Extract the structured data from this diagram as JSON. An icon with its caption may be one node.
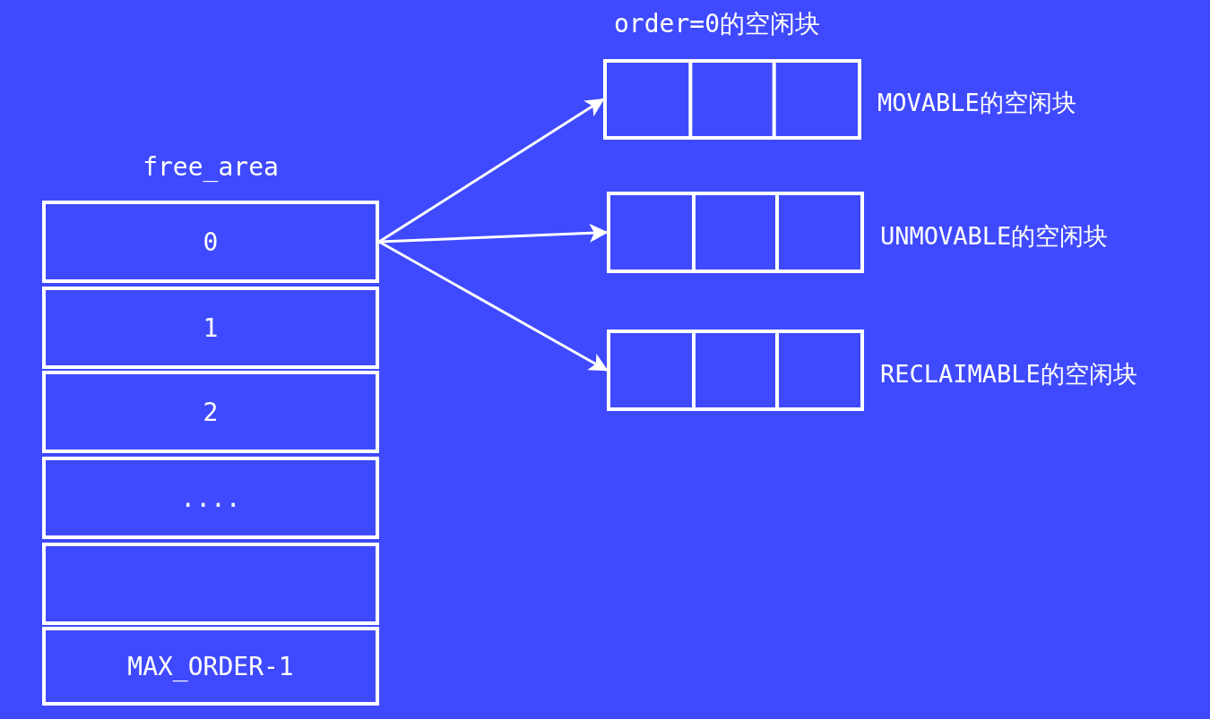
{
  "diagram": {
    "nodes": [
      {
        "text": [
          "free_area"
        ]
      },
      {
        "text": [
          "0"
        ],
        "in": 0
      },
      {
        "text": [
          "1"
        ],
        "in": 0
      },
      {
        "text": [
          "2"
        ],
        "in": 0
      },
      {
        "text": [
          "...."
        ],
        "in": 0
      },
      {
        "text": [],
        "shape": "box",
        "in": 0
      },
      {
        "text": [
          "MAX_ORDER-1"
        ],
        "in": 0
      },
      {
        "text": [],
        "shape": "box",
        "beside": [
          "MOVABLE的空闲块"
        ]
      },
      {
        "text": [],
        "shape": "box",
        "beside": [
          "UNMOVABLE的空闲块"
        ]
      },
      {
        "text": [],
        "shape": "box",
        "beside": [
          "RECLAIMABLE的空闲块"
        ]
      }
    ],
    "edges": [
      {
        "from": 1,
        "to": 7,
        "arrow": "to"
      },
      {
        "from": 1,
        "to": 8,
        "arrow": "to"
      },
      {
        "from": 1,
        "to": 9,
        "arrow": "to"
      }
    ],
    "labels": [
      "order=0的空闲块"
    ]
  }
}
